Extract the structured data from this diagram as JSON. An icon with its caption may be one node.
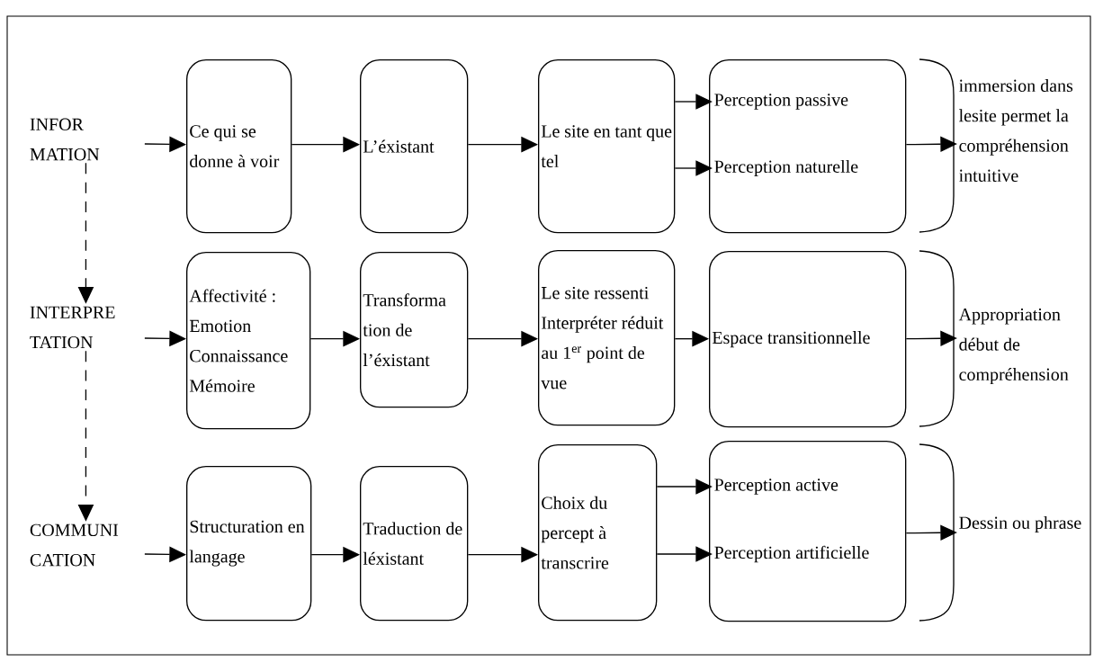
{
  "diagram": {
    "nodes": [
      {
        "text": [
          "INFOR MATION"
        ]
      },
      {
        "text": [
          "Ce qui se donne à voir"
        ]
      },
      {
        "text": [
          "L’éxistant"
        ]
      },
      {
        "text": [
          "Le site en tant que tel"
        ]
      },
      {
        "text": [],
        "shape": "box"
      },
      {
        "text": [
          "Perception passive"
        ],
        "in": 4
      },
      {
        "text": [
          "Perception naturelle"
        ],
        "in": 4
      },
      {
        "text": [
          "immersion dans lesite permet la compréhension intuitive"
        ]
      },
      {
        "text": [
          "INTERPRE TATION"
        ]
      },
      {
        "text": [
          "Affectivité : Emotion Connaissance Mémoire"
        ]
      },
      {
        "text": [
          "Transforma tion de l’éxistant"
        ]
      },
      {
        "text": [
          "Le site ressenti Interpréter réduit au 1$^{er}$ point de vue"
        ]
      },
      {
        "text": [
          "Espace transitionnelle"
        ]
      },
      {
        "text": [
          "Appropriation début de compréhension"
        ]
      },
      {
        "text": [
          "COMMUNI CATION"
        ]
      },
      {
        "text": [
          "Structuration en langage"
        ]
      },
      {
        "text": [
          "Traduction de léxistant"
        ]
      },
      {
        "text": [
          "Choix du percept à transcrire"
        ]
      },
      {
        "text": [],
        "shape": "box"
      },
      {
        "text": [
          "Perception active"
        ],
        "in": 18
      },
      {
        "text": [
          "Perception artificielle"
        ],
        "in": 18
      },
      {
        "text": [
          "Dessin ou phrase"
        ]
      }
    ],
    "edges": [
      {
        "from": 0,
        "to": 1,
        "arrow": "to"
      },
      {
        "from": 1,
        "to": 2,
        "arrow": "to"
      },
      {
        "from": 2,
        "to": 3,
        "arrow": "to"
      },
      {
        "from": 3,
        "to": 5,
        "arrow": "to"
      },
      {
        "from": 3,
        "to": 6,
        "arrow": "to"
      },
      {
        "from": 4,
        "to": 7,
        "arrow": "to"
      },
      {
        "from": 8,
        "to": 9,
        "arrow": "to"
      },
      {
        "from": 9,
        "to": 10,
        "arrow": "to"
      },
      {
        "from": 10,
        "to": 11,
        "arrow": "to"
      },
      {
        "from": 11,
        "to": 12,
        "arrow": "to"
      },
      {
        "from": 12,
        "to": 13,
        "arrow": "to"
      },
      {
        "from": 14,
        "to": 15,
        "arrow": "to"
      },
      {
        "from": 15,
        "to": 16,
        "arrow": "to"
      },
      {
        "from": 16,
        "to": 17,
        "arrow": "to"
      },
      {
        "from": 17,
        "to": 19,
        "arrow": "to"
      },
      {
        "from": 17,
        "to": 20,
        "arrow": "to"
      },
      {
        "from": 18,
        "to": 21,
        "arrow": "to"
      },
      {
        "from": 0,
        "to": 8,
        "arrow": "to",
        "style": "dashed"
      },
      {
        "from": 8,
        "to": 14,
        "arrow": "to",
        "style": "dashed"
      }
    ]
  }
}
